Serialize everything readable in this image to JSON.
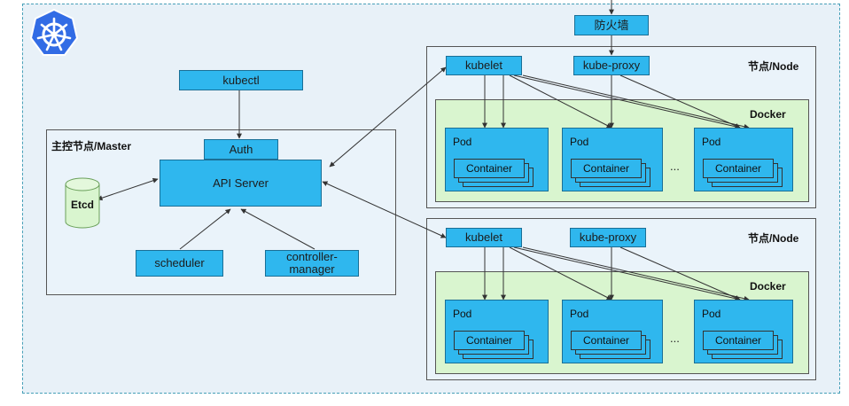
{
  "diagram": {
    "firewall": "防火墙",
    "kubectl": "kubectl",
    "master": {
      "title": "主控节点/Master",
      "auth": "Auth",
      "api_server": "API Server",
      "etcd": "Etcd",
      "scheduler": "scheduler",
      "controller_manager": "controller-\nmanager"
    },
    "nodes": [
      {
        "title": "节点/Node",
        "kubelet": "kubelet",
        "kube_proxy": "kube-proxy",
        "docker": "Docker",
        "pod_label": "Pod",
        "container_label": "Container",
        "ellipsis": "..."
      },
      {
        "title": "节点/Node",
        "kubelet": "kubelet",
        "kube_proxy": "kube-proxy",
        "docker": "Docker",
        "pod_label": "Pod",
        "container_label": "Container",
        "ellipsis": "..."
      }
    ]
  },
  "colors": {
    "component_blue": "#2fb7ee",
    "docker_green": "#d9f5cf",
    "background": "#e8f1f8",
    "logo_blue": "#326ce5"
  },
  "icons": [
    "kubernetes-logo-icon"
  ]
}
